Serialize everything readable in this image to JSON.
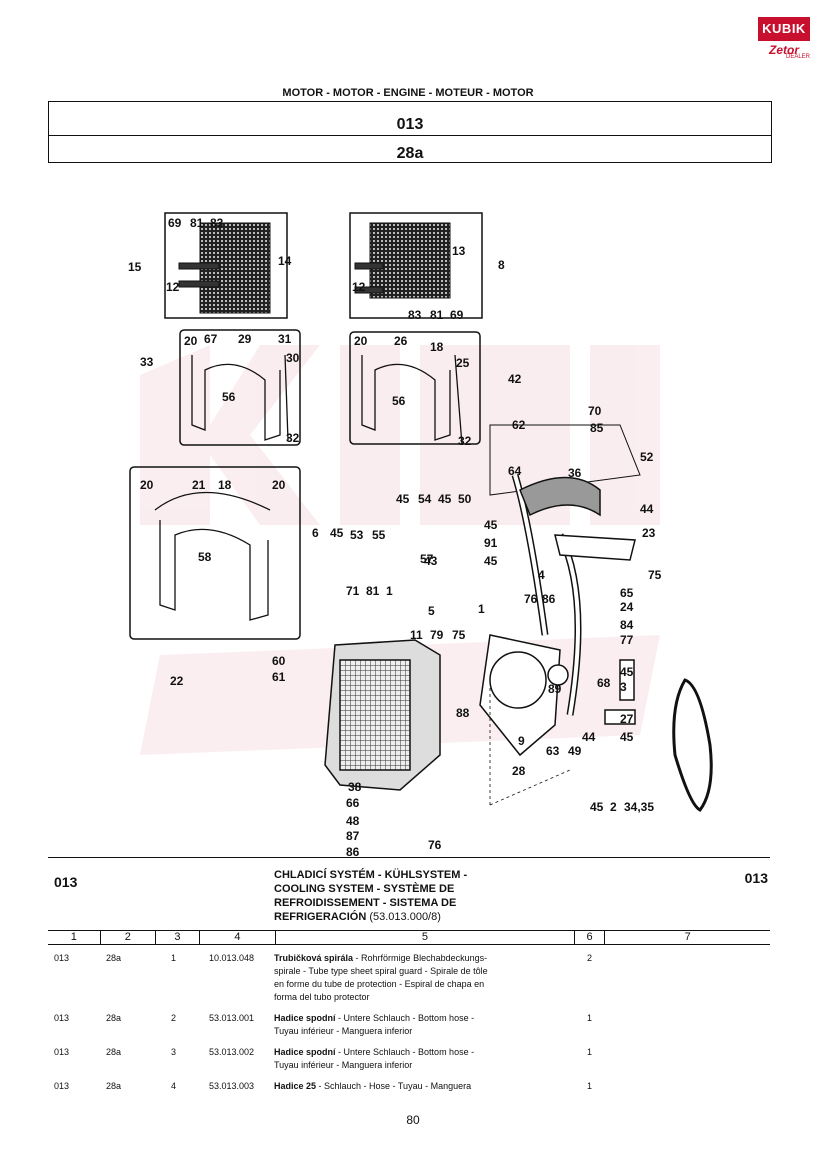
{
  "logo": {
    "brand": "KUBIK",
    "sub": "Zetor",
    "tag": "DEALER"
  },
  "header": {
    "title": "MOTOR - MOTOR - ENGINE - MOTEUR - MOTOR",
    "group": "013",
    "page_code": "28a"
  },
  "diagram": {
    "labels": [
      "69",
      "81",
      "83",
      "14",
      "15",
      "12",
      "13",
      "8",
      "12",
      "83",
      "81",
      "69",
      "20",
      "67",
      "29",
      "31",
      "30",
      "33",
      "56",
      "32",
      "20",
      "26",
      "18",
      "25",
      "42",
      "56",
      "32",
      "70",
      "85",
      "62",
      "36",
      "52",
      "64",
      "44",
      "23",
      "75",
      "20",
      "21",
      "18",
      "20",
      "58",
      "22",
      "45",
      "54",
      "45",
      "50",
      "45",
      "91",
      "45",
      "6",
      "45",
      "53",
      "55",
      "57",
      "43",
      "71",
      "81",
      "1",
      "5",
      "4",
      "1",
      "76",
      "86",
      "65",
      "24",
      "84",
      "77",
      "11",
      "79",
      "75",
      "60",
      "61",
      "89",
      "88",
      "9",
      "28",
      "63",
      "49",
      "68",
      "45",
      "3",
      "44",
      "27",
      "45",
      "38",
      "66",
      "48",
      "87",
      "86",
      "76",
      "45",
      "2",
      "34,35"
    ]
  },
  "section": {
    "code_left": "013",
    "code_right": "013",
    "title_lines": [
      "CHLADICÍ SYSTÉM - KÜHLSYSTEM -",
      "COOLING SYSTEM - SYSTÈME DE",
      "REFROIDISSEMENT - SISTEMA DE"
    ],
    "title_last": "REFRIGERACIÓN",
    "title_ref": "(53.013.000/8)"
  },
  "columns": [
    "1",
    "2",
    "3",
    "4",
    "5",
    "6",
    "7"
  ],
  "rows": [
    {
      "group": "013",
      "page": "28a",
      "pos": "1",
      "part": "10.013.048",
      "name": "Trubičková spirála",
      "desc_lines": [
        " - Rohrförmige Blechabdeckungs-",
        "spirale - Tube type sheet spiral guard - Spirale de tôle",
        "en forme du tube de protection - Espiral de chapa en",
        "forma del tubo protector"
      ],
      "qty": "2"
    },
    {
      "group": "013",
      "page": "28a",
      "pos": "2",
      "part": "53.013.001",
      "name": "Hadice spodní",
      "desc_lines": [
        " - Untere Schlauch - Bottom hose -",
        "Tuyau inférieur - Manguera inferior"
      ],
      "qty": "1"
    },
    {
      "group": "013",
      "page": "28a",
      "pos": "3",
      "part": "53.013.002",
      "name": "Hadice spodní",
      "desc_lines": [
        " - Untere Schlauch - Bottom hose -",
        "Tuyau inférieur - Manguera inferior"
      ],
      "qty": "1"
    },
    {
      "group": "013",
      "page": "28a",
      "pos": "4",
      "part": "53.013.003",
      "name": "Hadice 25",
      "desc_lines": [
        " - Schlauch - Hose - Tuyau - Manguera"
      ],
      "qty": "1"
    }
  ],
  "page_number": "80"
}
